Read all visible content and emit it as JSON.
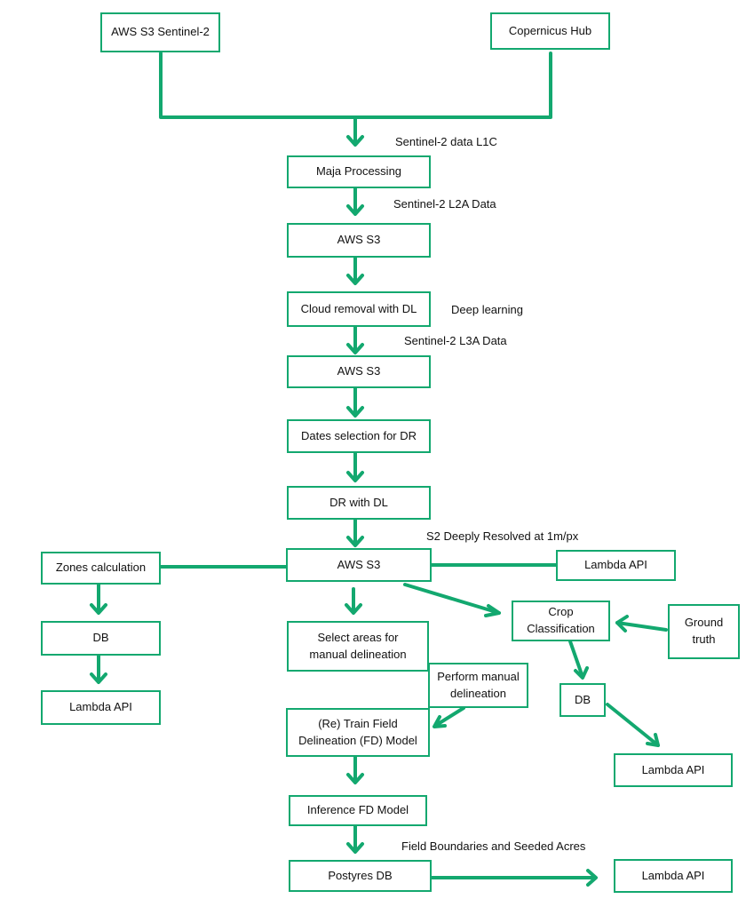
{
  "colors": {
    "accent": "#13a86f",
    "text": "#111111",
    "background": "#ffffff"
  },
  "nodes": {
    "aws_s3_sentinel": "AWS S3 Sentinel-2",
    "copernicus_hub": "Copernicus Hub",
    "maja_processing": "Maja Processing",
    "aws_s3_1": "AWS S3",
    "cloud_removal": "Cloud removal with DL",
    "aws_s3_2": "AWS S3",
    "dates_selection": "Dates selection for DR",
    "dr_with_dl": "DR with DL",
    "aws_s3_3": "AWS S3",
    "zones_calculation": "Zones calculation",
    "db_left": "DB",
    "lambda_api_left": "Lambda API",
    "lambda_api_right_top": "Lambda API",
    "select_areas": "Select areas for manual delineation",
    "perform_manual": "Perform manual delineation",
    "retrain_fd": "(Re) Train Field Delineation (FD) Model",
    "crop_classification": "Crop Classification",
    "ground_truth": "Ground truth",
    "db_right": "DB",
    "lambda_api_right_mid": "Lambda API",
    "inference_fd": "Inference FD Model",
    "postyres_db": "Postyres DB",
    "lambda_api_bottom": "Lambda API"
  },
  "edge_labels": {
    "l1c": "Sentinel-2 data L1C",
    "l2a": "Sentinel-2 L2A Data",
    "deep_learning": "Deep learning",
    "l3a": "Sentinel-2 L3A Data",
    "s2_resolved": "S2 Deeply Resolved at 1m/px",
    "field_boundaries": "Field Boundaries and Seeded Acres"
  }
}
